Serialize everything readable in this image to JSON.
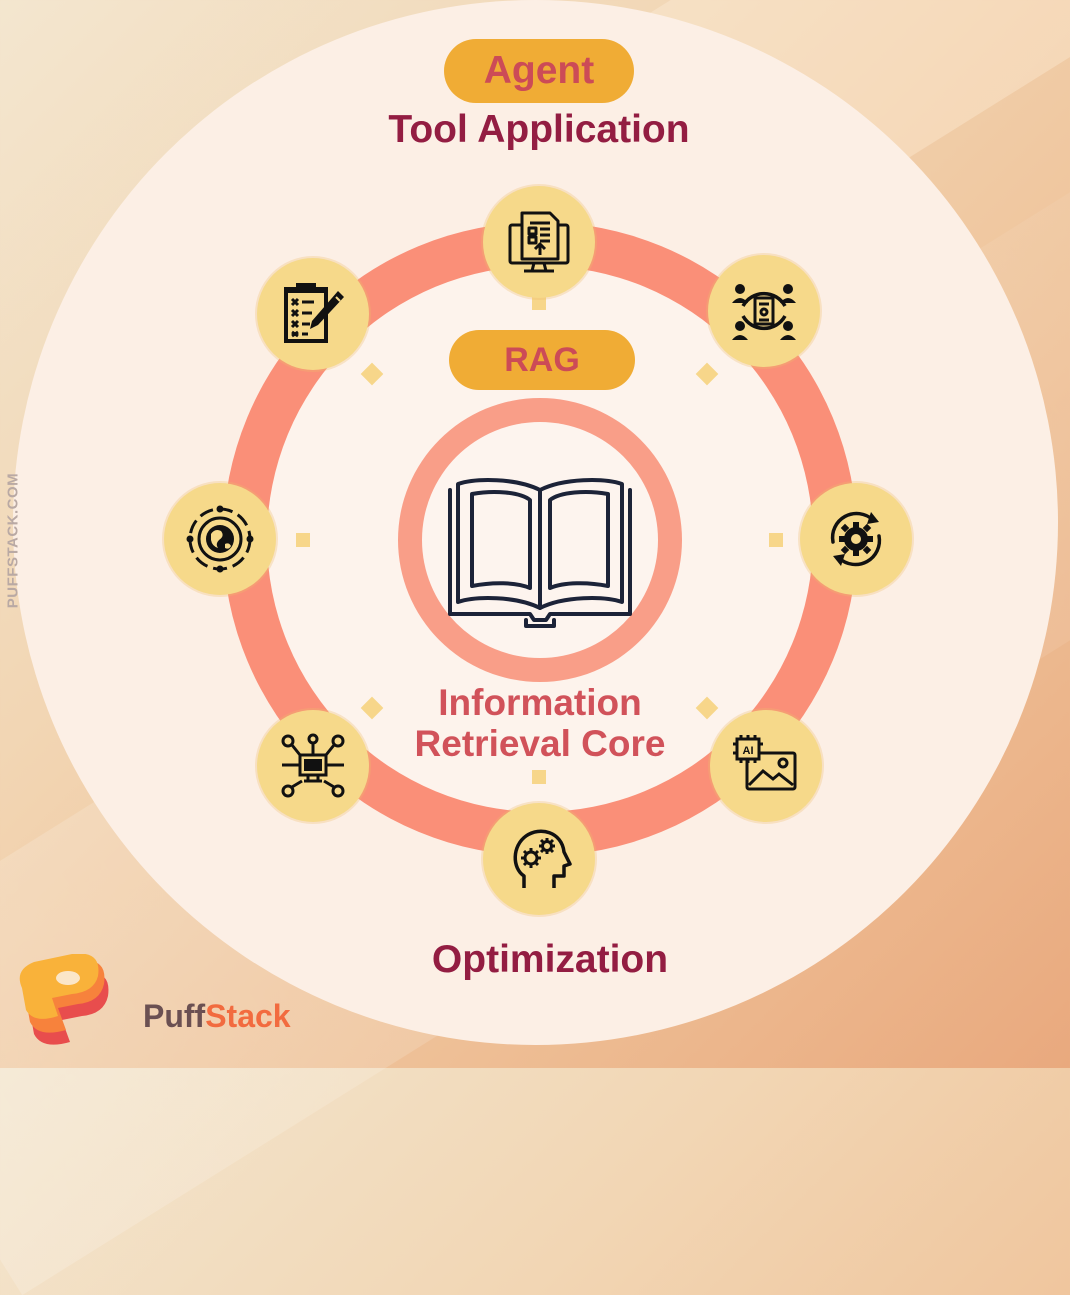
{
  "side_text": "PUFFSTACK.COM",
  "top_pill": "Agent",
  "top_title": "Tool Application",
  "inner_pill": "RAG",
  "core_label": [
    "Information",
    "Retrieval Core"
  ],
  "bottom_title": "Optimization",
  "brand": {
    "part1": "Puff",
    "part2": "Stack"
  },
  "icons": {
    "top": "document-upload-monitor-icon",
    "top_right": "team-collaboration-icon",
    "right": "gear-refresh-icon",
    "bottom_right": "ai-image-generation-icon",
    "bottom": "head-gears-thinking-icon",
    "bottom_left": "network-computer-icon",
    "left": "globe-orbit-icon",
    "top_left": "checklist-clipboard-icon",
    "center": "open-book-icon"
  },
  "colors": {
    "pill": "#f0ac35",
    "pill_text": "#cc4b57",
    "title": "#931d42",
    "ring": "#fa8f78",
    "node": "#f6d98a",
    "core_text": "#d1525a"
  }
}
